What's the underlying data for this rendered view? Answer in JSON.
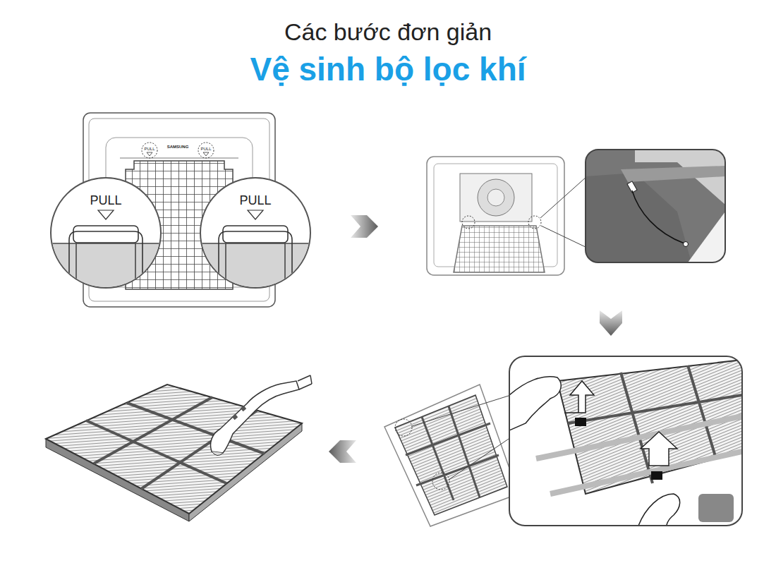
{
  "diagram": {
    "title": "Vệ sinh bộ lọc khí",
    "labels": [
      "Các bước đơn giản",
      "SAMSUNG",
      "PULL",
      "PULL",
      "PULL",
      "PULL"
    ]
  }
}
